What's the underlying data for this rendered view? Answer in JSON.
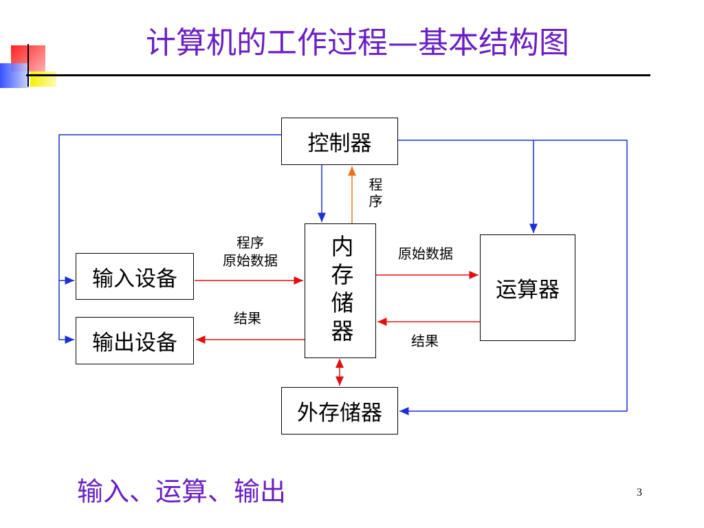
{
  "title": "计算机的工作过程—基本结构图",
  "boxes": {
    "controller": "控制器",
    "input": "输入设备",
    "output": "输出设备",
    "memory": "内存储器",
    "alu": "运算器",
    "external": "外存储器"
  },
  "labels": {
    "program_to_controller": "程序",
    "input_to_memory": "程序\n原始数据",
    "memory_to_output": "结果",
    "memory_to_alu": "原始数据",
    "alu_to_memory": "结果"
  },
  "colors": {
    "title": "#6a1fc2",
    "control_line": "#1a2fd6",
    "data_line": "#e01010",
    "program_line": "#f07020"
  },
  "footer": "输入、运算、输出",
  "page_number": "3"
}
